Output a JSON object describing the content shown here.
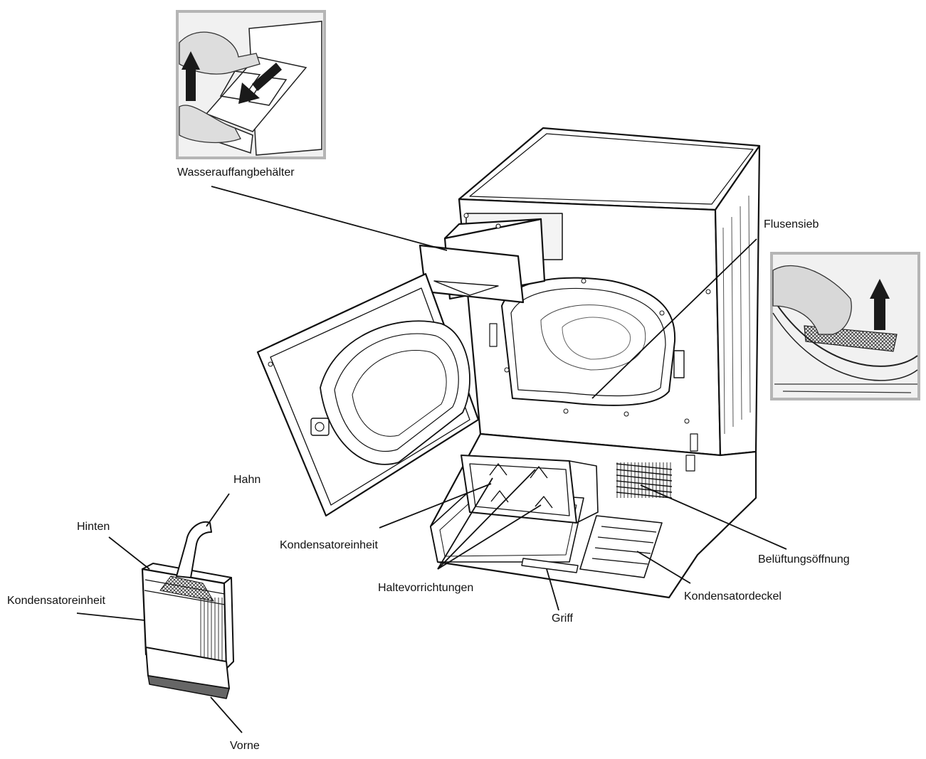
{
  "labels": {
    "wasserauffangbehaelter": "Wasserauffangbehälter",
    "flusensieb": "Flusensieb",
    "hahn": "Hahn",
    "hinten": "Hinten",
    "kondensatoreinheit_left": "Kondensatoreinheit",
    "kondensatoreinheit_center": "Kondensatoreinheit",
    "haltevorrichtungen": "Haltevorrichtungen",
    "griff": "Griff",
    "belueftungsoeffnung": "Belüftungsöffnung",
    "kondensatordeckel": "Kondensatordeckel",
    "vorne": "Vorne"
  },
  "colors": {
    "line": "#111111",
    "inset_border": "#b5b5b5",
    "inset_fill": "#f1f1f1",
    "arrow": "#1a1a1a"
  },
  "icons": {
    "arrow_up": "arrow-up-icon",
    "arrow_down": "arrow-down-icon"
  }
}
